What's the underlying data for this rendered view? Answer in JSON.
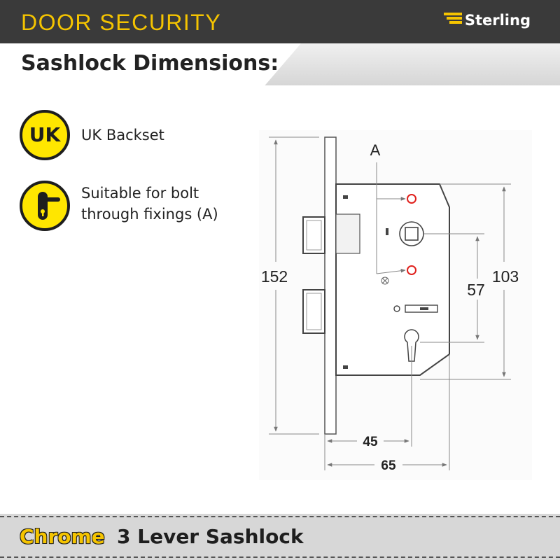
{
  "header": {
    "category": "DOOR SECURITY",
    "brand": "Sterling",
    "accent_color": "#f5c400",
    "bar_color": "#3a3a3a"
  },
  "title": "Sashlock Dimensions:",
  "features": [
    {
      "icon": "uk-badge-icon",
      "badge_text": "UK",
      "label": "UK Backset"
    },
    {
      "icon": "door-handle-icon",
      "label_lines": [
        "Suitable for bolt",
        "through fixings (A)"
      ]
    }
  ],
  "diagram": {
    "fixing_label": "A",
    "dimensions": {
      "overall_height": "152",
      "case_height": "103",
      "centres": "57",
      "backset": "45",
      "case_depth": "65"
    },
    "fixing_hole_color": "#e0201c"
  },
  "footer": {
    "finish": "Chrome",
    "product": "3 Lever Sashlock"
  }
}
